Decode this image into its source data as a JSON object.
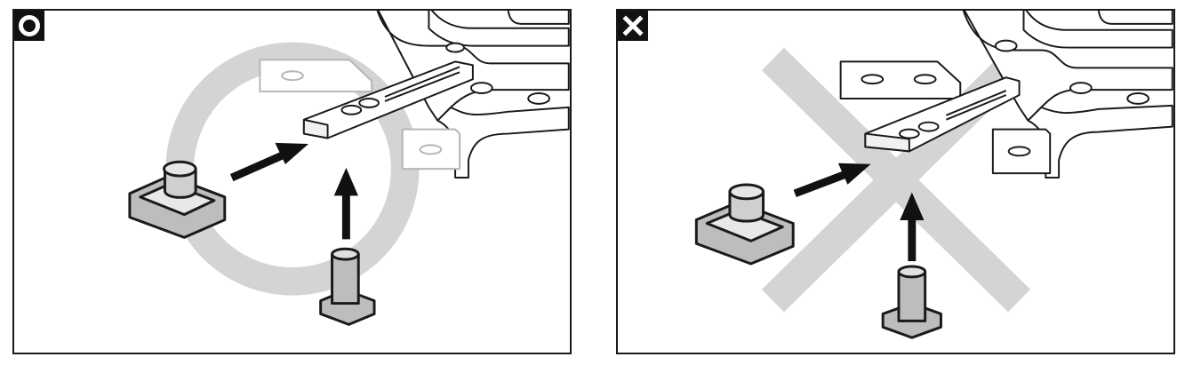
{
  "panels": [
    {
      "id": "correct",
      "badge_symbol": "O",
      "badge_icon": "circle-icon",
      "overlay": "circle"
    },
    {
      "id": "wrong",
      "badge_symbol": "✕",
      "badge_icon": "cross-icon",
      "overlay": "cross"
    }
  ],
  "colors": {
    "outline": "#1a1a1a",
    "overlay": "#d4d4d4",
    "part_fill": "#bdbdbd",
    "arrow": "#111111",
    "badge_bg": "#111111",
    "badge_fg": "#ffffff"
  }
}
